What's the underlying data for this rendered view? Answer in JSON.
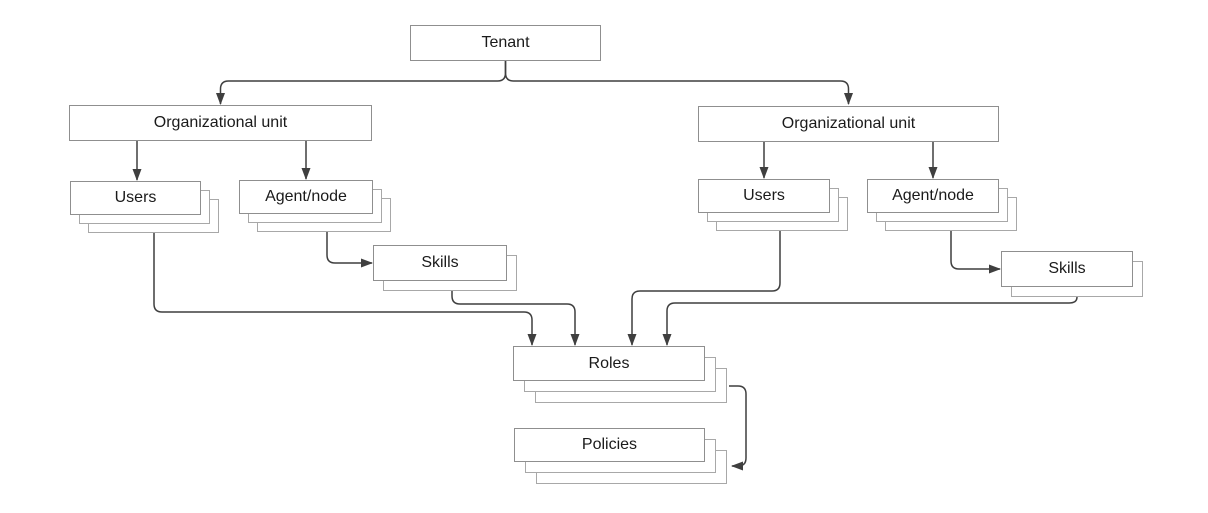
{
  "diagram": {
    "description": "Tenant hierarchy diagram showing organizational units with users, agent/nodes, skills, roles and policies",
    "nodes": {
      "tenant": {
        "label": "Tenant"
      },
      "ou_left": {
        "label": "Organizational unit"
      },
      "ou_right": {
        "label": "Organizational unit"
      },
      "users_left": {
        "label": "Users"
      },
      "agent_left": {
        "label": "Agent/node"
      },
      "users_right": {
        "label": "Users"
      },
      "agent_right": {
        "label": "Agent/node"
      },
      "skills_left": {
        "label": "Skills"
      },
      "skills_right": {
        "label": "Skills"
      },
      "roles": {
        "label": "Roles"
      },
      "policies": {
        "label": "Policies"
      }
    },
    "edges": [
      {
        "from": "tenant",
        "to": "ou_left"
      },
      {
        "from": "tenant",
        "to": "ou_right"
      },
      {
        "from": "ou_left",
        "to": "users_left"
      },
      {
        "from": "ou_left",
        "to": "agent_left"
      },
      {
        "from": "ou_right",
        "to": "users_right"
      },
      {
        "from": "ou_right",
        "to": "agent_right"
      },
      {
        "from": "agent_left",
        "to": "skills_left"
      },
      {
        "from": "agent_right",
        "to": "skills_right"
      },
      {
        "from": "users_left",
        "to": "roles"
      },
      {
        "from": "skills_left",
        "to": "roles"
      },
      {
        "from": "users_right",
        "to": "roles"
      },
      {
        "from": "skills_right",
        "to": "roles"
      },
      {
        "from": "roles",
        "to": "policies"
      }
    ],
    "colors": {
      "background": "#ffffff",
      "box_fill": "#ffffff",
      "box_border": "#8f8f8f",
      "stack_shadow_border": "#a8a8a8",
      "connector": "#3f3f3f",
      "text": "#1a1a1a"
    }
  }
}
